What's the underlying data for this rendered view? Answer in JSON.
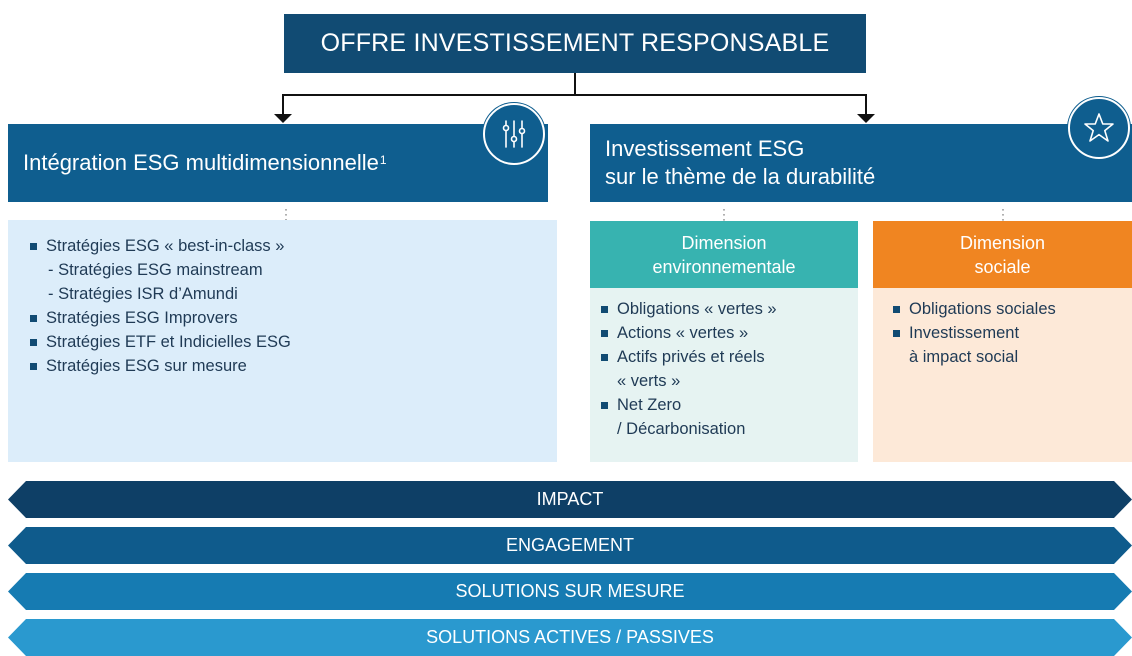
{
  "title": "OFFRE INVESTISSEMENT RESPONSABLE",
  "left": {
    "header": "Intégration ESG multidimensionnelle",
    "footnote": "1",
    "icon": "sliders-icon",
    "items": [
      {
        "type": "bullet",
        "text": "Stratégies ESG « best-in-class »"
      },
      {
        "type": "sub",
        "text": "- Stratégies ESG mainstream"
      },
      {
        "type": "sub",
        "text": "- Stratégies ISR d’Amundi"
      },
      {
        "type": "bullet",
        "text": "Stratégies ESG Improvers"
      },
      {
        "type": "bullet",
        "text": "Stratégies ETF et Indicielles ESG"
      },
      {
        "type": "bullet",
        "text": "Stratégies ESG sur mesure"
      }
    ]
  },
  "right": {
    "header_line1": "Investissement ESG",
    "header_line2": "sur le thème de la durabilité",
    "icon": "star-icon",
    "environment": {
      "title_line1": "Dimension",
      "title_line2": "environnementale",
      "color": "#37b3b0",
      "items": [
        {
          "lines": [
            "Obligations « vertes »"
          ]
        },
        {
          "lines": [
            "Actions « vertes »"
          ]
        },
        {
          "lines": [
            "Actifs privés et réels",
            "« verts »"
          ]
        },
        {
          "lines": [
            "Net Zero",
            "/ Décarbonisation"
          ]
        }
      ]
    },
    "social": {
      "title_line1": "Dimension",
      "title_line2": "sociale",
      "color": "#f08521",
      "items": [
        {
          "lines": [
            "Obligations sociales"
          ]
        },
        {
          "lines": [
            "Investissement",
            "à impact social"
          ]
        }
      ]
    }
  },
  "banners": [
    "IMPACT",
    "ENGAGEMENT",
    "SOLUTIONS SUR MESURE",
    "SOLUTIONS ACTIVES / PASSIVES"
  ]
}
